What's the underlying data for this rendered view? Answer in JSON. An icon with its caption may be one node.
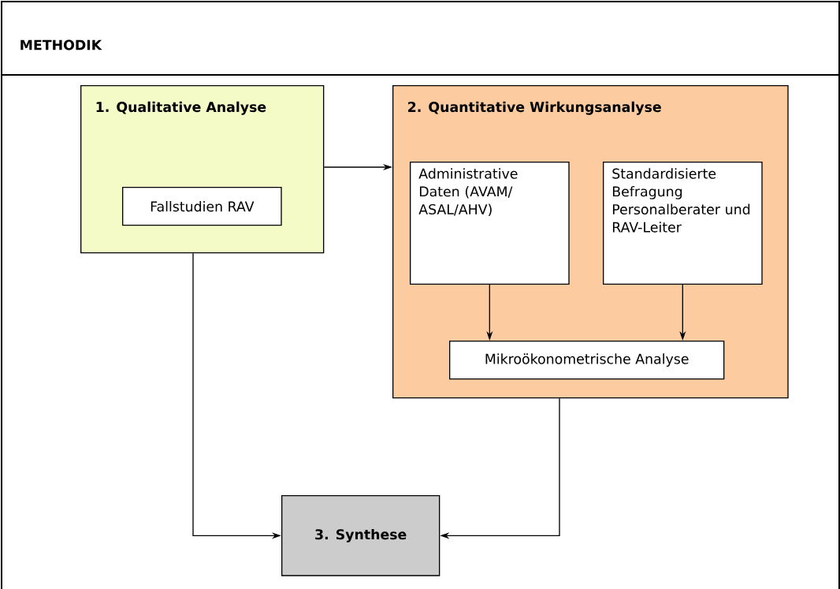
{
  "diagram": {
    "title": "METHODIK",
    "nodes": [
      {
        "text": [
          "1. Qualitative Analyse"
        ]
      },
      {
        "text": [
          "Fallstudien RAV"
        ],
        "in": 0
      },
      {
        "text": [
          "2. Quantitative Wirkungsanalyse"
        ]
      },
      {
        "text": [
          "Administrative Daten (AVAM/ ASAL/AHV)"
        ],
        "in": 2
      },
      {
        "text": [
          "Standardisierte Befragung Personalberater und RAV-Leiter"
        ],
        "in": 2
      },
      {
        "text": [
          "Mikroökonometrische Analyse"
        ],
        "in": 2
      },
      {
        "text": [
          "3. Synthese"
        ]
      }
    ],
    "edges": [
      {
        "from": 0,
        "to": 2,
        "arrow": "to"
      },
      {
        "from": 3,
        "to": 5,
        "arrow": "to"
      },
      {
        "from": 4,
        "to": 5,
        "arrow": "to"
      },
      {
        "from": 0,
        "to": 6,
        "arrow": "to"
      },
      {
        "from": 2,
        "to": 6,
        "arrow": "to"
      }
    ]
  }
}
